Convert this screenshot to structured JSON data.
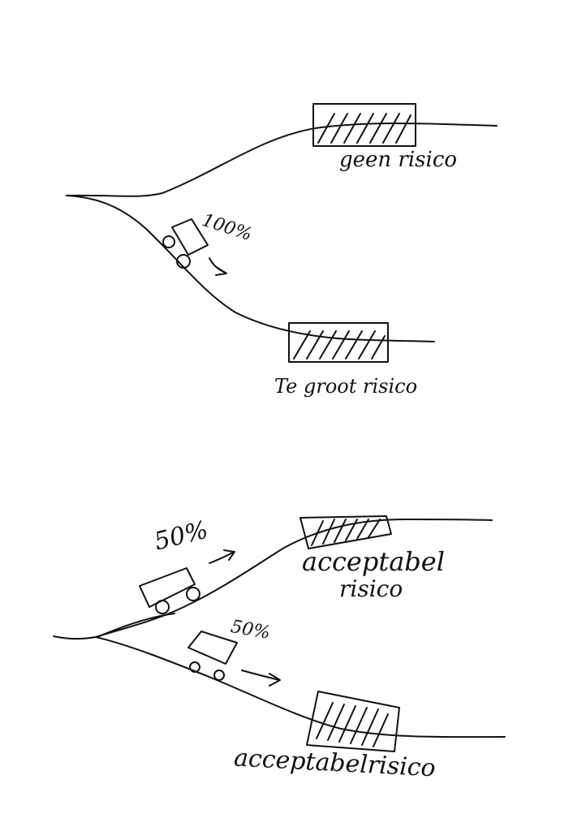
{
  "top_diagram": {
    "percent_label": "100%",
    "upper_outcome_label": "geen risico",
    "lower_outcome_label": "Te groot risico"
  },
  "bottom_diagram": {
    "upper_percent_label": "50%",
    "lower_percent_label": "50%",
    "upper_outcome_label_line1": "acceptabel",
    "upper_outcome_label_line2": "risico",
    "lower_outcome_label": "acceptabelrisico"
  },
  "colors": {
    "ink": "#111111",
    "paper": "#ffffff"
  }
}
